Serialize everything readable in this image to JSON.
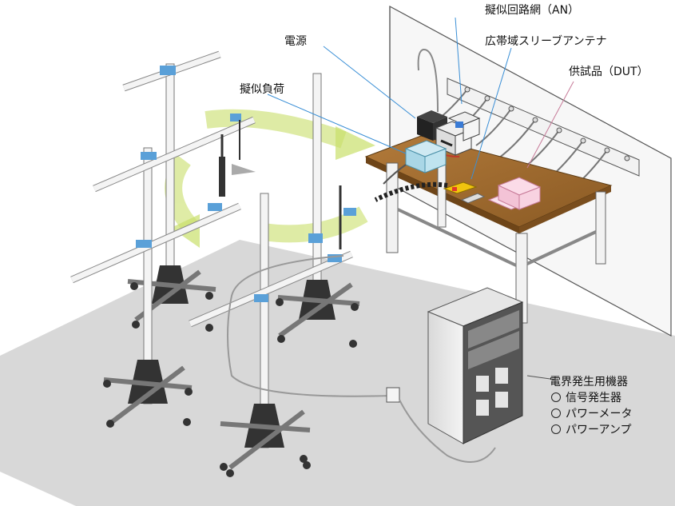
{
  "labels": {
    "an": "擬似回路網（AN）",
    "power_supply": "電源",
    "antenna": "広帯域スリーブアンテナ",
    "dut": "供試品（DUT）",
    "dummy_load": "擬似負荷"
  },
  "equipment": {
    "title": "電界発生用機器",
    "items": [
      "信号発生器",
      "パワーメータ",
      "パワーアンプ"
    ]
  }
}
